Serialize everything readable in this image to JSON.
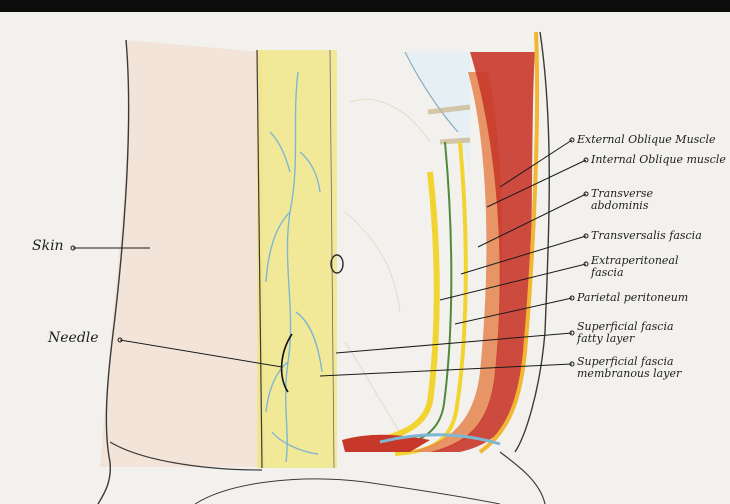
{
  "labels": {
    "skin": "Skin",
    "needle": "Needle",
    "external_oblique": "External Oblique Muscle",
    "internal_oblique": "Internal Oblique muscle",
    "transverse_1": "Transverse",
    "transverse_2": "abdominis",
    "transversalis": "Transversalis fascia",
    "extraperitoneal_1": "Extraperitoneal",
    "extraperitoneal_2": "fascia",
    "parietal": "Parietal peritoneum",
    "sf_fatty_1": "Superficial fascia",
    "sf_fatty_2": "fatty layer",
    "sf_membranous_1": "Superficial fascia",
    "sf_membranous_2": "membranous layer"
  },
  "colors": {
    "paper": "#f3f1ee",
    "skin_shading": "#f2d9c9",
    "fatty_layer": "#f1e56a",
    "vessels": "#7fb7d2",
    "muscle_red": "#c8382a",
    "muscle_orange": "#e58a56",
    "fascia_yellow": "#f2d431",
    "fascia_green": "#4f8a3c"
  }
}
